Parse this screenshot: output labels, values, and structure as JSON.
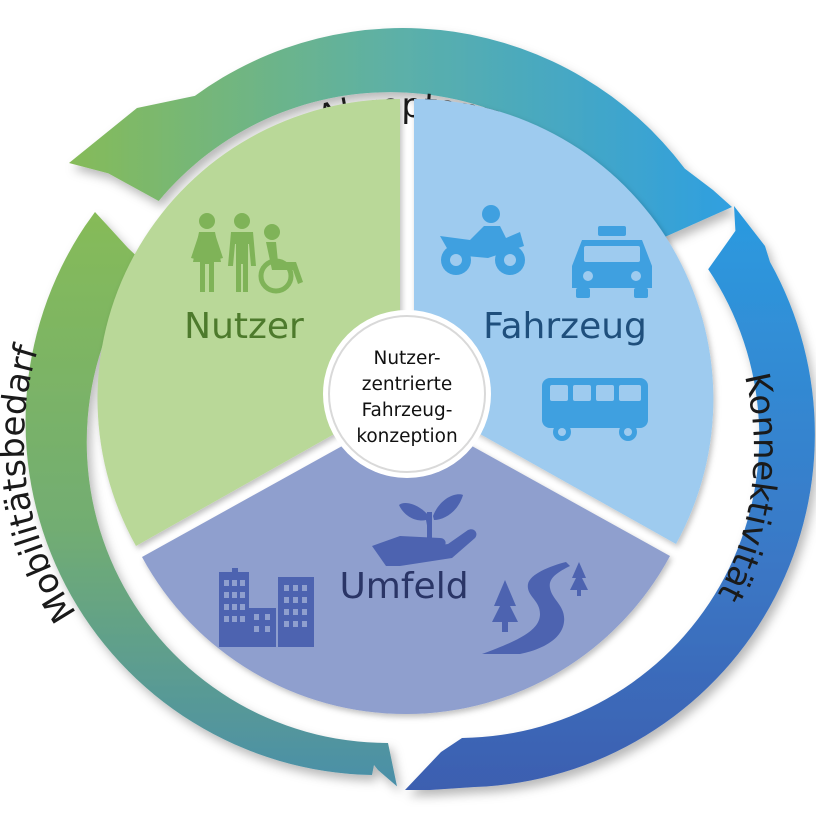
{
  "ring": {
    "top_label": "Akzeptanz",
    "left_label": "Mobilitätsbedarf",
    "right_label": "Konnektivität"
  },
  "segments": {
    "user": {
      "label": "Nutzer",
      "icons": [
        "woman-icon",
        "man-icon",
        "wheelchair-icon"
      ]
    },
    "vehicle": {
      "label": "Fahrzeug",
      "icons": [
        "motorcycle-icon",
        "taxi-icon",
        "bus-icon"
      ]
    },
    "environment": {
      "label": "Umfeld",
      "icons": [
        "hand-plant-icon",
        "city-buildings-icon",
        "road-trees-icon"
      ]
    }
  },
  "center": {
    "lines": [
      "Nutzer-",
      "zentrierte",
      "Fahrzeug-",
      "konzeption"
    ]
  },
  "colors": {
    "user_segment": "#b9d898",
    "user_text": "#4d7a2c",
    "user_icons": "#7fb358",
    "vehicle_segment": "#9ecbef",
    "vehicle_text": "#1f4f7c",
    "vehicle_icons": "#3fa0e0",
    "environment_segment": "#8f9fce",
    "environment_text": "#2a3566",
    "environment_icons": "#4d63b0",
    "ring_green": "#8bbd5c",
    "ring_teal": "#4fa8c9",
    "ring_blue": "#3a7dc8"
  }
}
